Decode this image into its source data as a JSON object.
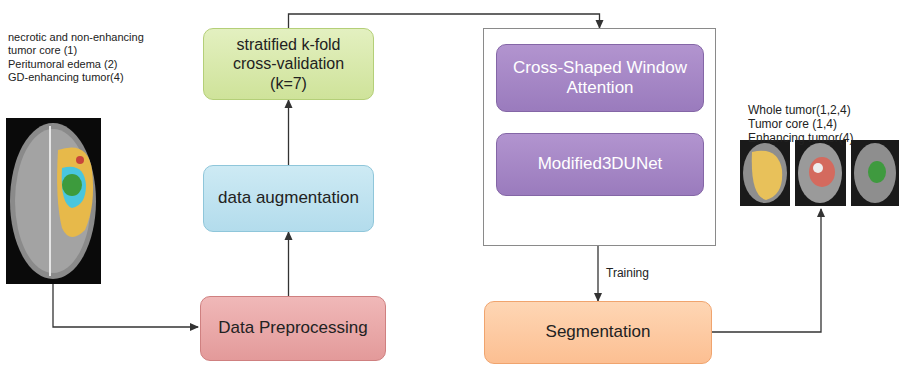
{
  "diagram": {
    "nodes": [
      {
        "text": [
          "stratified k-fold cross-validation (k=7)"
        ]
      },
      {
        "text": []
      },
      {
        "text": [
          "Cross-Shaped Window Attention"
        ],
        "in": 1
      },
      {
        "text": [
          "Modified3DUNet"
        ],
        "in": 1
      },
      {
        "text": [
          "data augmentation"
        ]
      },
      {
        "text": [
          "Data Preprocessing"
        ]
      },
      {
        "text": [
          "Segmentation"
        ]
      }
    ],
    "edges": [
      {
        "from": 5,
        "to": 4,
        "arrow": "to"
      },
      {
        "from": 4,
        "to": 0,
        "arrow": "to"
      },
      {
        "from": 0,
        "to": 1,
        "arrow": "to"
      },
      {
        "from": 1,
        "to": 6,
        "label": "Training",
        "arrow": "to"
      }
    ],
    "labels": [
      "necrotic and non-enhancing tumor core (1)",
      "Peritumoral edema (2)",
      "GD-enhancing tumor(4)",
      "Whole tumor(1,2,4)",
      "Tumor core (1,4)",
      "Enhancing tumor(4)"
    ]
  }
}
